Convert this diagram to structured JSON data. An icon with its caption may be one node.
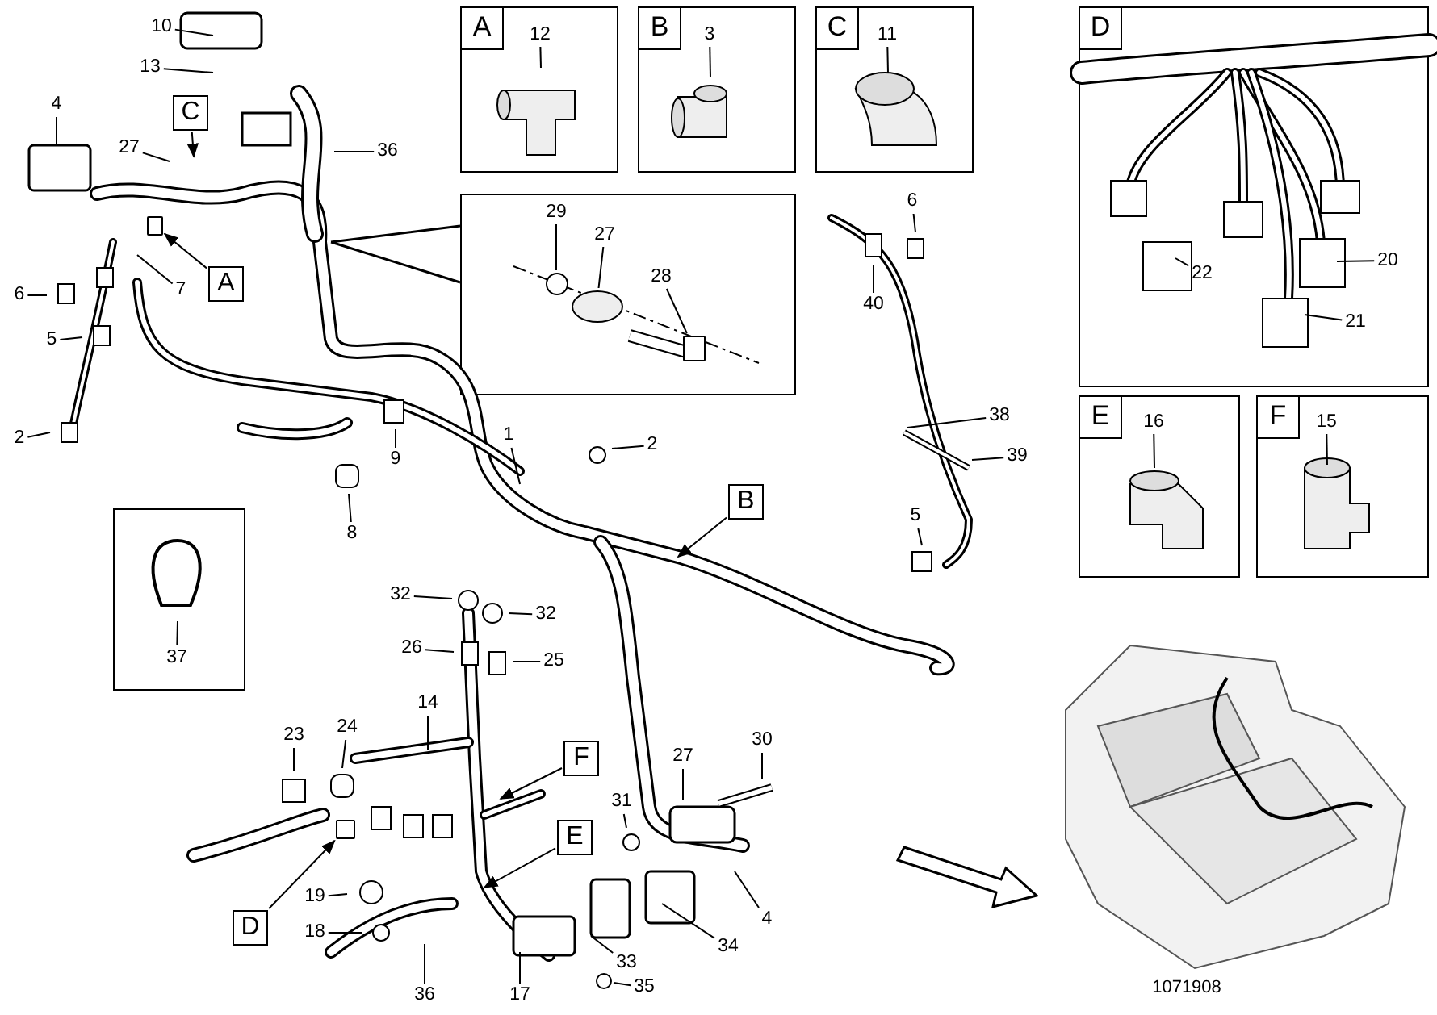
{
  "diagram": {
    "nodes": [
      {
        "text": [
          "A"
        ]
      },
      {
        "text": [
          "12"
        ],
        "in": 0
      },
      {
        "text": [
          "B"
        ]
      },
      {
        "text": [
          "3"
        ],
        "in": 2
      },
      {
        "text": [
          "C"
        ]
      },
      {
        "text": [
          "11"
        ],
        "in": 4
      },
      {
        "text": [
          "D"
        ]
      },
      {
        "text": [
          "22"
        ],
        "in": 6
      },
      {
        "text": [
          "20"
        ],
        "in": 6
      },
      {
        "text": [
          "21"
        ],
        "in": 6
      },
      {
        "text": [
          "E"
        ]
      },
      {
        "text": [
          "16"
        ],
        "in": 10
      },
      {
        "text": [
          "F"
        ]
      },
      {
        "text": [
          "15"
        ],
        "in": 12
      },
      {
        "text": [],
        "shape": "box"
      },
      {
        "text": [
          "29"
        ],
        "in": 14
      },
      {
        "text": [
          "27"
        ],
        "in": 14
      },
      {
        "text": [
          "28"
        ],
        "in": 14
      },
      {
        "text": [],
        "shape": "box"
      },
      {
        "text": [
          "37"
        ],
        "in": 18
      },
      {
        "text": [
          "10"
        ]
      },
      {
        "text": [
          "13"
        ]
      },
      {
        "text": [
          "C"
        ]
      },
      {
        "text": [
          "4"
        ]
      },
      {
        "text": [
          "27"
        ]
      },
      {
        "text": [
          "36"
        ]
      },
      {
        "text": [
          "6"
        ]
      },
      {
        "text": [
          "7"
        ]
      },
      {
        "text": [
          "A"
        ]
      },
      {
        "text": [
          "5"
        ]
      },
      {
        "text": [
          "2"
        ]
      },
      {
        "text": [
          "9"
        ]
      },
      {
        "text": [
          "8"
        ]
      },
      {
        "text": [
          "1"
        ]
      },
      {
        "text": [
          "2"
        ]
      },
      {
        "text": [
          "B"
        ]
      },
      {
        "text": [
          "40"
        ]
      },
      {
        "text": [
          "6"
        ]
      },
      {
        "text": [
          "38"
        ]
      },
      {
        "text": [
          "39"
        ]
      },
      {
        "text": [
          "5"
        ]
      },
      {
        "text": [
          "32"
        ]
      },
      {
        "text": [
          "32"
        ]
      },
      {
        "text": [
          "26"
        ]
      },
      {
        "text": [
          "25"
        ]
      },
      {
        "text": [
          "14"
        ]
      },
      {
        "text": [
          "23"
        ]
      },
      {
        "text": [
          "24"
        ]
      },
      {
        "text": [
          "F"
        ]
      },
      {
        "text": [
          "30"
        ]
      },
      {
        "text": [
          "27"
        ]
      },
      {
        "text": [
          "31"
        ]
      },
      {
        "text": [
          "E"
        ]
      },
      {
        "text": [
          "D"
        ]
      },
      {
        "text": [
          "19"
        ]
      },
      {
        "text": [
          "18"
        ]
      },
      {
        "text": [
          "36"
        ]
      },
      {
        "text": [
          "17"
        ]
      },
      {
        "text": [
          "33"
        ]
      },
      {
        "text": [
          "35"
        ]
      },
      {
        "text": [
          "34"
        ]
      },
      {
        "text": [
          "4"
        ]
      },
      {
        "text": [],
        "shape": "circle",
        "in": 14
      },
      {
        "text": [],
        "shape": "circle",
        "in": 14
      },
      {
        "text": [],
        "shape": "box"
      },
      {
        "text": [],
        "shape": "box"
      },
      {
        "text": [],
        "shape": "circle"
      },
      {
        "text": [],
        "shape": "box",
        "in": 14
      }
    ],
    "edges": [
      {
        "from": 1,
        "to": null,
        "arrow": "none"
      },
      {
        "from": 3,
        "to": null,
        "arrow": "none"
      },
      {
        "from": 5,
        "to": null,
        "arrow": "none"
      },
      {
        "from": 7,
        "to": null,
        "arrow": "none"
      },
      {
        "from": 8,
        "to": null,
        "arrow": "none"
      },
      {
        "from": 9,
        "to": null,
        "arrow": "none"
      },
      {
        "from": 11,
        "to": null,
        "arrow": "none"
      },
      {
        "from": 13,
        "to": null,
        "arrow": "none"
      },
      {
        "from": 15,
        "to": 62,
        "arrow": "none"
      },
      {
        "from": 16,
        "to": 63,
        "arrow": "none"
      },
      {
        "from": 17,
        "to": 67,
        "arrow": "none"
      },
      {
        "from": 19,
        "to": null,
        "arrow": "none"
      },
      {
        "from": 20,
        "to": null,
        "arrow": "none"
      },
      {
        "from": 21,
        "to": null,
        "arrow": "none"
      },
      {
        "from": 22,
        "to": null,
        "arrow": "to"
      },
      {
        "from": 23,
        "to": null,
        "arrow": "none"
      },
      {
        "from": 24,
        "to": null,
        "arrow": "none"
      },
      {
        "from": 25,
        "to": null,
        "arrow": "none"
      },
      {
        "from": 26,
        "to": null,
        "arrow": "none"
      },
      {
        "from": 27,
        "to": null,
        "arrow": "none"
      },
      {
        "from": 28,
        "to": 64,
        "arrow": "to"
      },
      {
        "from": 29,
        "to": null,
        "arrow": "none"
      },
      {
        "from": 30,
        "to": null,
        "arrow": "none"
      },
      {
        "from": 31,
        "to": null,
        "arrow": "none"
      },
      {
        "from": 32,
        "to": null,
        "arrow": "none"
      },
      {
        "from": 33,
        "to": null,
        "arrow": "none"
      },
      {
        "from": 34,
        "to": null,
        "arrow": "none"
      },
      {
        "from": 35,
        "to": null,
        "arrow": "to"
      },
      {
        "from": 36,
        "to": null,
        "arrow": "none"
      },
      {
        "from": 37,
        "to": null,
        "arrow": "none"
      },
      {
        "from": 38,
        "to": null,
        "arrow": "none"
      },
      {
        "from": 39,
        "to": null,
        "arrow": "none"
      },
      {
        "from": 40,
        "to": null,
        "arrow": "none"
      },
      {
        "from": 41,
        "to": null,
        "arrow": "none"
      },
      {
        "from": 42,
        "to": null,
        "arrow": "none"
      },
      {
        "from": 43,
        "to": null,
        "arrow": "none"
      },
      {
        "from": 44,
        "to": null,
        "arrow": "none"
      },
      {
        "from": 45,
        "to": null,
        "arrow": "none"
      },
      {
        "from": 46,
        "to": null,
        "arrow": "none"
      },
      {
        "from": 47,
        "to": null,
        "arrow": "none"
      },
      {
        "from": 48,
        "to": null,
        "arrow": "to"
      },
      {
        "from": 49,
        "to": null,
        "arrow": "none"
      },
      {
        "from": 50,
        "to": null,
        "arrow": "none"
      },
      {
        "from": 51,
        "to": null,
        "arrow": "none"
      },
      {
        "from": 52,
        "to": null,
        "arrow": "to"
      },
      {
        "from": 53,
        "to": 65,
        "arrow": "to"
      },
      {
        "from": 54,
        "to": null,
        "arrow": "none"
      },
      {
        "from": 55,
        "to": null,
        "arrow": "none"
      },
      {
        "from": 56,
        "to": null,
        "arrow": "none"
      },
      {
        "from": 57,
        "to": null,
        "arrow": "none"
      },
      {
        "from": 58,
        "to": null,
        "arrow": "none"
      },
      {
        "from": 59,
        "to": 66,
        "arrow": "none"
      },
      {
        "from": 60,
        "to": null,
        "arrow": "none"
      },
      {
        "from": 61,
        "to": null,
        "arrow": "none"
      }
    ],
    "labels": [
      "1071908"
    ]
  }
}
